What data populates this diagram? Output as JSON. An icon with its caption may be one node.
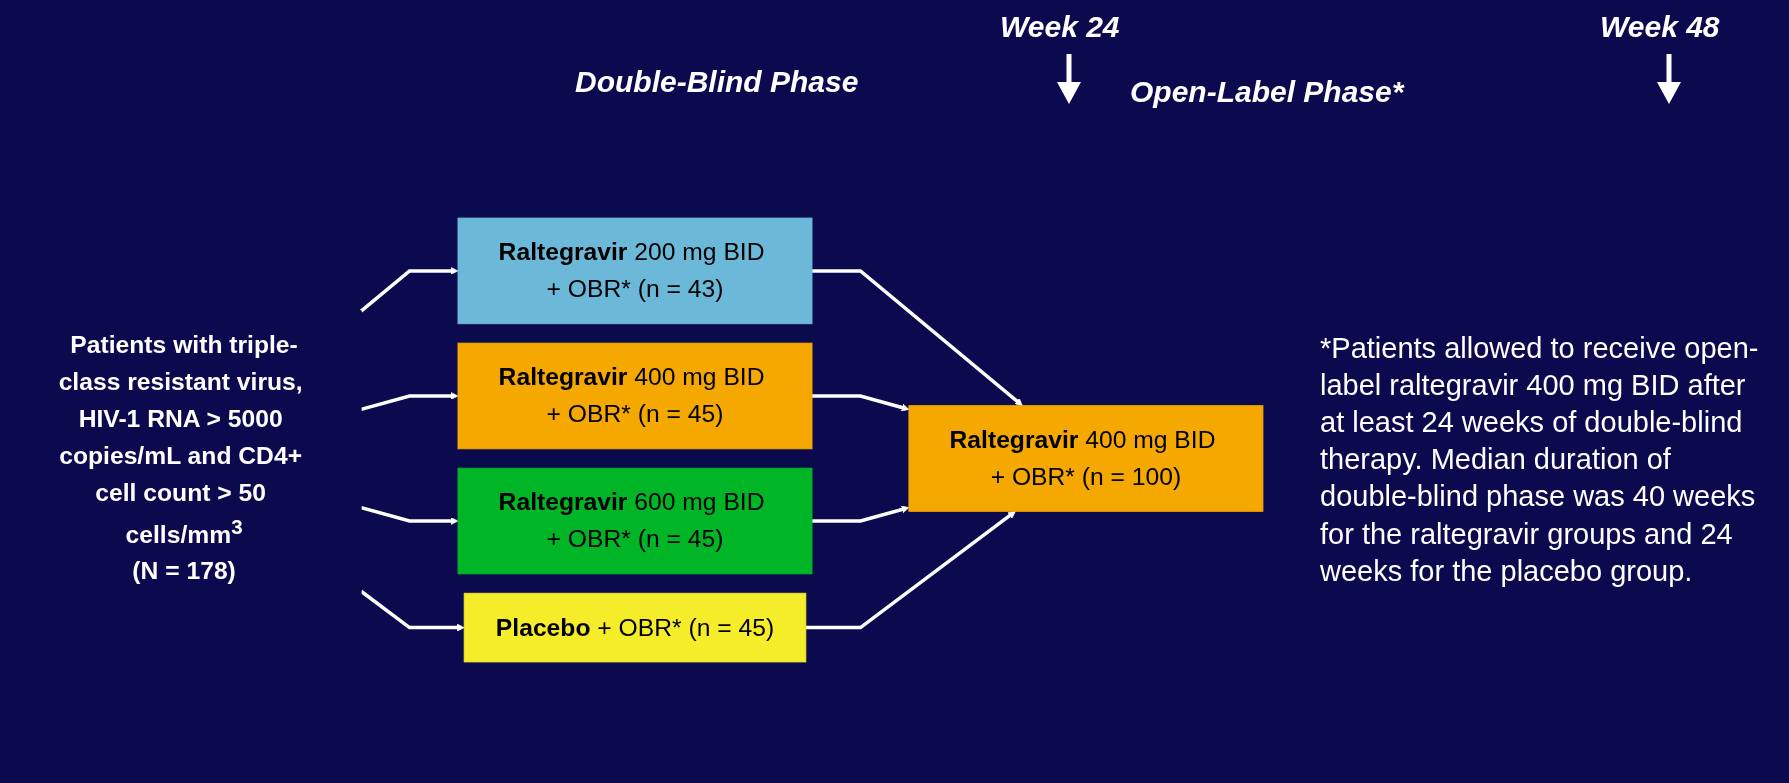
{
  "diagram": {
    "nodes": [
      {
        "text": [
          "Patients with triple-class resistant virus, HIV-1 RNA > 5000 copies/mL and CD4+ cell count > 50 cells/mm$^{3}$",
          "(N = 178)"
        ]
      },
      {
        "text": [
          "**Raltegravir** 200 mg BID + OBR* (n = 43)"
        ]
      },
      {
        "text": [
          "**Raltegravir** 400 mg BID + OBR* (n = 45)"
        ]
      },
      {
        "text": [
          "**Raltegravir** 600 mg BID + OBR* (n = 45)"
        ]
      },
      {
        "text": [
          "**Placebo** + OBR* (n = 45)"
        ]
      },
      {
        "text": [
          "**Raltegravir** 400 mg BID + OBR* (n = 100)"
        ],
        "beside": [
          "*Patients allowed to receive open-label raltegravir 400 mg BID after at least 24 weeks of double-blind therapy. Median duration of double-blind phase was 40 weeks for the raltegravir groups and 24 weeks for the placebo group."
        ]
      }
    ],
    "edges": [
      {
        "from": 0,
        "to": 1,
        "arrow": "to"
      },
      {
        "from": 0,
        "to": 2,
        "arrow": "to"
      },
      {
        "from": 0,
        "to": 3,
        "arrow": "to"
      },
      {
        "from": 0,
        "to": 4,
        "arrow": "to"
      },
      {
        "from": 1,
        "to": 5,
        "arrow": "to"
      },
      {
        "from": 2,
        "to": 5,
        "arrow": "to"
      },
      {
        "from": 3,
        "to": 5,
        "arrow": "to"
      },
      {
        "from": 4,
        "to": 5,
        "arrow": "to"
      }
    ],
    "labels": [
      "Week 24",
      "Week 48",
      "Double-Blind Phase",
      "Open-Label Phase*"
    ]
  }
}
